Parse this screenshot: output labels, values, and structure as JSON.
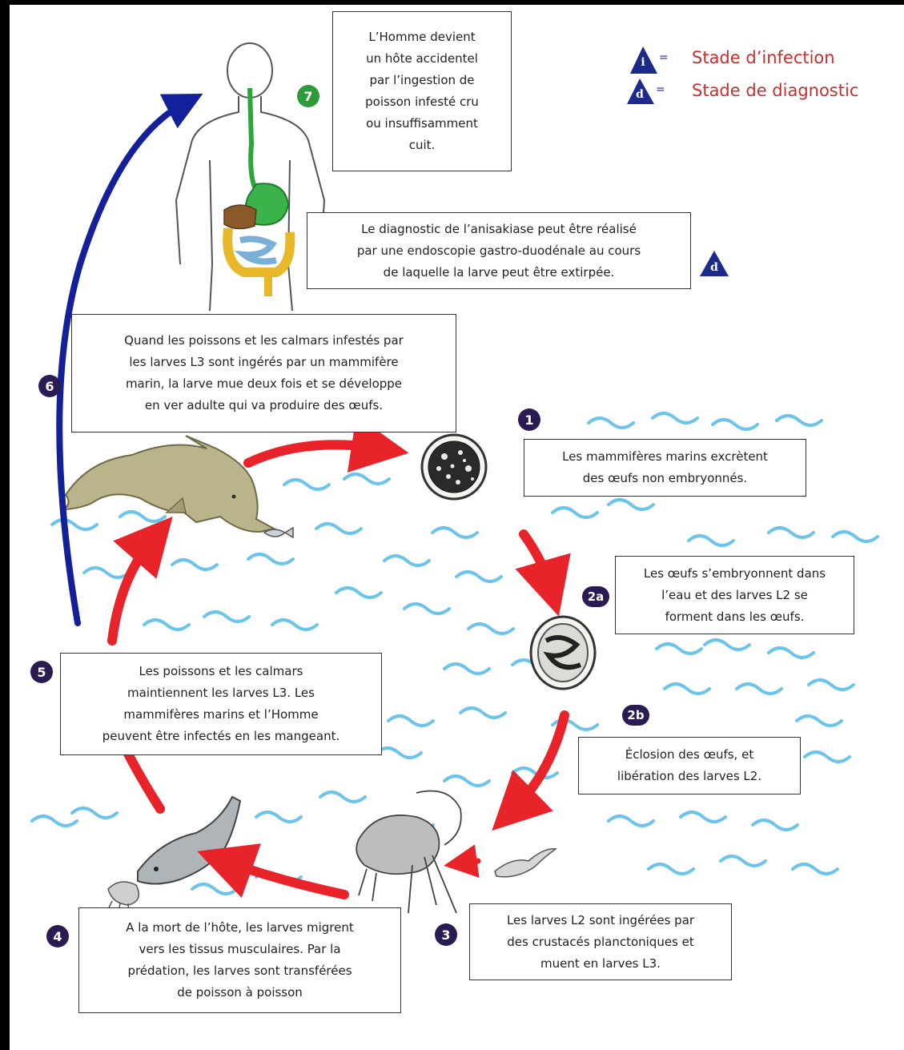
{
  "legend": {
    "infection_symbol": "i",
    "infection_equals": "=",
    "infection_label": "Stade d’infection",
    "diagnostic_symbol": "d",
    "diagnostic_equals": "=",
    "diagnostic_label": "Stade de diagnostic"
  },
  "steps": {
    "s1": {
      "badge": "1",
      "lines": [
        "Les mammifères marins excrètent",
        "des œufs non embryonnés."
      ]
    },
    "s2a": {
      "badge": "2a",
      "lines": [
        "Les œufs s’embryonnent dans",
        "l’eau et des larves L2 se",
        "forment dans les œufs."
      ]
    },
    "s2b": {
      "badge": "2b",
      "lines": [
        "Éclosion des œufs, et",
        "libération des larves L2."
      ]
    },
    "s3": {
      "badge": "3",
      "lines": [
        "Les larves L2 sont ingérées par",
        "des crustacés planctoniques et",
        "muent en larves L3."
      ]
    },
    "s4": {
      "badge": "4",
      "lines": [
        "A la mort de l’hôte, les larves migrent",
        "vers les tissus musculaires. Par la",
        "prédation, les larves sont transférées",
        "de poisson à poisson"
      ]
    },
    "s5": {
      "badge": "5",
      "lines": [
        "Les poissons et les calmars",
        "maintiennent les larves L3. Les",
        "mammifères marins et l’Homme",
        "peuvent être infectés en les mangeant."
      ]
    },
    "s6": {
      "badge": "6",
      "lines": [
        "Quand les poissons et les calmars infestés par",
        "les larves L3 sont ingérés par un mammifère",
        "marin, la larve mue deux fois et se développe",
        "en ver adulte qui va produire des œufs."
      ]
    },
    "s7": {
      "badge": "7",
      "lines": [
        "L’Homme devient",
        "un hôte accidentel",
        "par l’ingestion de",
        "poisson infesté cru",
        "ou insuffisamment",
        "cuit."
      ]
    },
    "diagnosis": {
      "lines": [
        "Le diagnostic de l’anisakiase peut être réalisé",
        "par une endoscopie gastro-duodénale au cours",
        "de laquelle la larve peut être extirpée."
      ]
    }
  },
  "colors": {
    "arrow_red": "#e8242a",
    "arrow_blue": "#14209a",
    "badge_purple": "#2a1b52",
    "badge_green": "#2e9a3a",
    "legend_red": "#c8302e",
    "wave_blue": "#6cc4ea",
    "dolphin": "#b9b48a"
  }
}
